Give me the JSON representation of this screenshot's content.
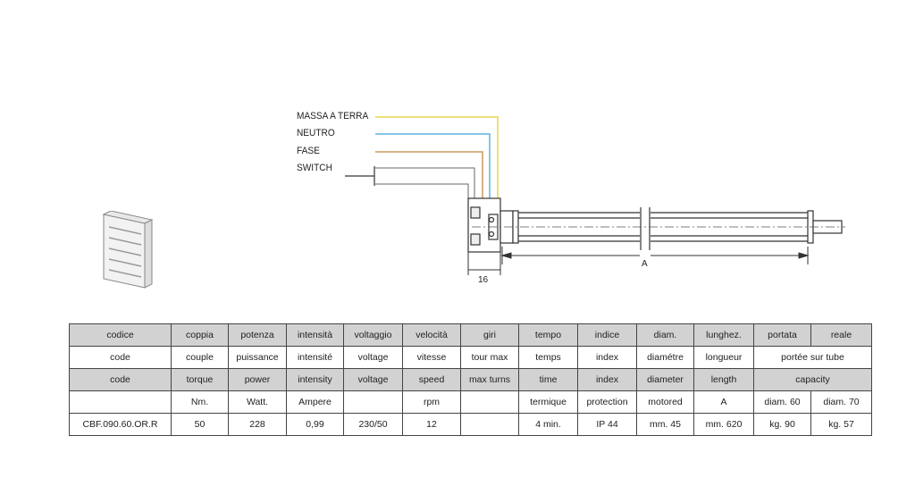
{
  "wires": {
    "earth": "MASSA A TERRA",
    "neutral": "NEUTRO",
    "phase": "FASE",
    "switch": "SWITCH"
  },
  "dimensions": {
    "width_label": "16",
    "length_label": "A"
  },
  "colors": {
    "earth": "#e8d64a",
    "neutral": "#5fb4e0",
    "phase": "#c89a5a",
    "switch": "#555555",
    "header_bg": "#d2d2d2",
    "border": "#444444"
  },
  "table": {
    "row_it": [
      "codice",
      "coppia",
      "potenza",
      "intensità",
      "voltaggio",
      "velocità",
      "giri",
      "tempo",
      "indice",
      "diam.",
      "lunghez.",
      "portata",
      "reale"
    ],
    "row_fr": [
      "code",
      "couple",
      "puissance",
      "intensité",
      "voltage",
      "vitesse",
      "tour max",
      "temps",
      "index",
      "diamétre",
      "longueur",
      "portée sur tube"
    ],
    "row_en": [
      "code",
      "torque",
      "power",
      "intensity",
      "voltage",
      "speed",
      "max turns",
      "time",
      "index",
      "diameter",
      "length",
      "capacity"
    ],
    "row_units": [
      "",
      "Nm.",
      "Watt.",
      "Ampere",
      "",
      "rpm",
      "",
      "termique",
      "protection",
      "motored",
      "A",
      "diam. 60",
      "diam. 70"
    ],
    "row_values": [
      "CBF.090.60.OR.R",
      "50",
      "228",
      "0,99",
      "230/50",
      "12",
      "",
      "4 min.",
      "IP 44",
      "mm. 45",
      "mm. 620",
      "kg. 90",
      "kg. 57"
    ]
  }
}
